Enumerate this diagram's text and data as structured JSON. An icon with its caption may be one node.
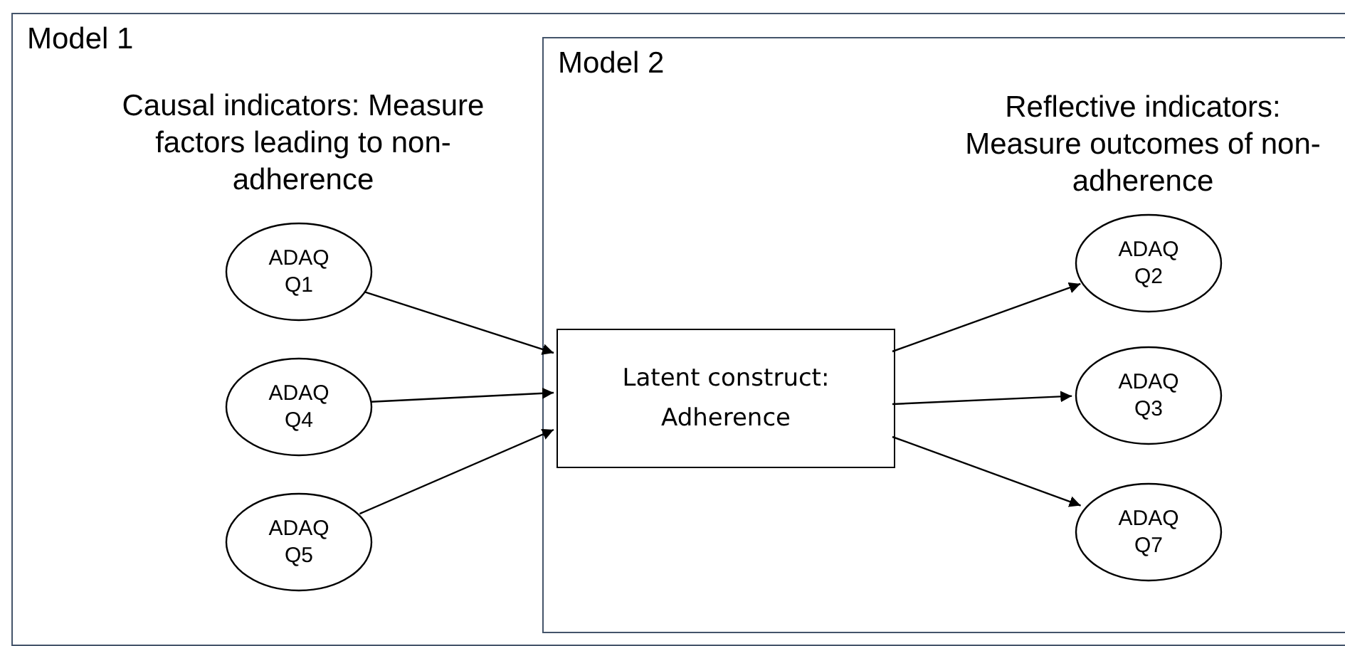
{
  "diagram": {
    "nodes": [
      {
        "text": [
          "Model 1",
          "Causal indicators: Measure factors leading to non-adherence"
        ]
      },
      {
        "text": [
          "Model 2",
          "Reflective indicators: Measure outcomes of non-adherence"
        ],
        "in": 0
      },
      {
        "text": [
          "ADAQ Q1"
        ],
        "in": 0
      },
      {
        "text": [
          "ADAQ Q4"
        ],
        "in": 0
      },
      {
        "text": [
          "ADAQ Q5"
        ],
        "in": 0
      },
      {
        "text": [
          "Latent construct: Adherence"
        ],
        "in": 1
      },
      {
        "text": [
          "ADAQ Q2"
        ],
        "in": 1
      },
      {
        "text": [
          "ADAQ Q3"
        ],
        "in": 1
      },
      {
        "text": [
          "ADAQ Q7"
        ],
        "in": 1
      }
    ],
    "edges": [
      {
        "from": 2,
        "to": 5,
        "arrow": "to"
      },
      {
        "from": 3,
        "to": 5,
        "arrow": "to"
      },
      {
        "from": 4,
        "to": 5,
        "arrow": "to"
      },
      {
        "from": 5,
        "to": 6,
        "arrow": "to"
      },
      {
        "from": 5,
        "to": 7,
        "arrow": "to"
      },
      {
        "from": 5,
        "to": 8,
        "arrow": "to"
      }
    ]
  }
}
